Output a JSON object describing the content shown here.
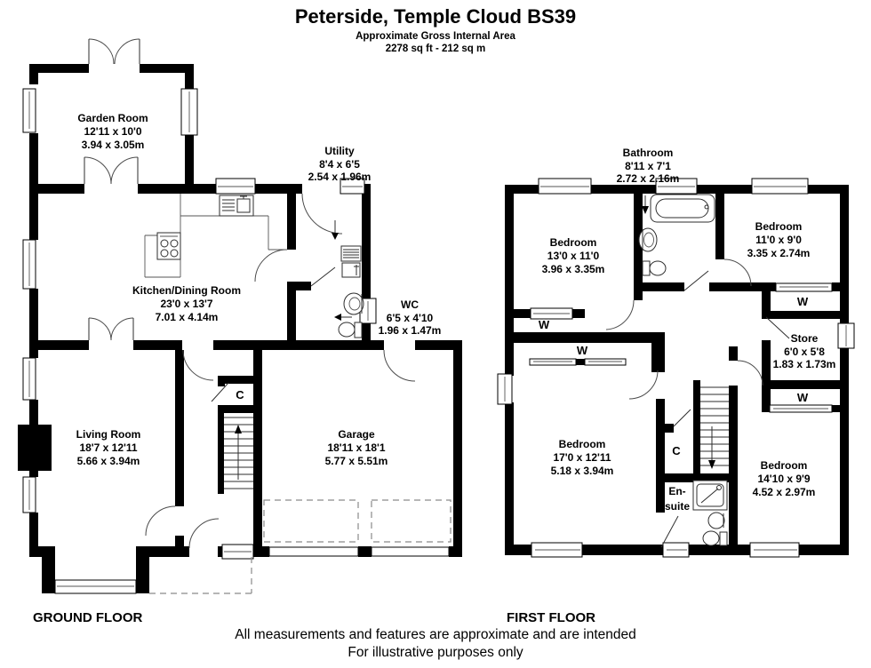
{
  "header": {
    "title": "Peterside, Temple Cloud BS39",
    "subtitle": "Approximate Gross Internal Area",
    "area": "2278 sq ft - 212 sq m"
  },
  "ground_floor": {
    "floor_label": "GROUND FLOOR",
    "closet": "C",
    "rooms": {
      "garden_room": {
        "name": "Garden Room",
        "imperial": "12'11 x 10'0",
        "metric": "3.94 x 3.05m"
      },
      "kitchen": {
        "name": "Kitchen/Dining Room",
        "imperial": "23'0 x 13'7",
        "metric": "7.01 x 4.14m"
      },
      "utility": {
        "name": "Utility",
        "imperial": "8'4 x 6'5",
        "metric": "2.54 x 1.96m"
      },
      "wc": {
        "name": "WC",
        "imperial": "6'5 x 4'10",
        "metric": "1.96 x 1.47m"
      },
      "living_room": {
        "name": "Living Room",
        "imperial": "18'7 x 12'11",
        "metric": "5.66 x 3.94m"
      },
      "garage": {
        "name": "Garage",
        "imperial": "18'11 x 18'1",
        "metric": "5.77 x 5.51m"
      }
    }
  },
  "first_floor": {
    "floor_label": "FIRST FLOOR",
    "closet": "C",
    "wardrobe": "W",
    "rooms": {
      "bathroom": {
        "name": "Bathroom",
        "imperial": "8'11 x 7'1",
        "metric": "2.72 x 2.16m"
      },
      "bedroom_top_left": {
        "name": "Bedroom",
        "imperial": "13'0 x 11'0",
        "metric": "3.96 x 3.35m"
      },
      "bedroom_top_right": {
        "name": "Bedroom",
        "imperial": "11'0 x 9'0",
        "metric": "3.35 x 2.74m"
      },
      "store": {
        "name": "Store",
        "imperial": "6'0 x 5'8",
        "metric": "1.83 x 1.73m"
      },
      "bedroom_bottom_left": {
        "name": "Bedroom",
        "imperial": "17'0 x 12'11",
        "metric": "5.18 x 3.94m"
      },
      "bedroom_bottom_right": {
        "name": "Bedroom",
        "imperial": "14'10 x 9'9",
        "metric": "4.52 x 2.97m"
      },
      "ensuite": {
        "line1": "En-",
        "line2": "suite"
      }
    }
  },
  "footer": {
    "line1": "All measurements and features are approximate and are intended",
    "line2": "For illustrative purposes only"
  }
}
